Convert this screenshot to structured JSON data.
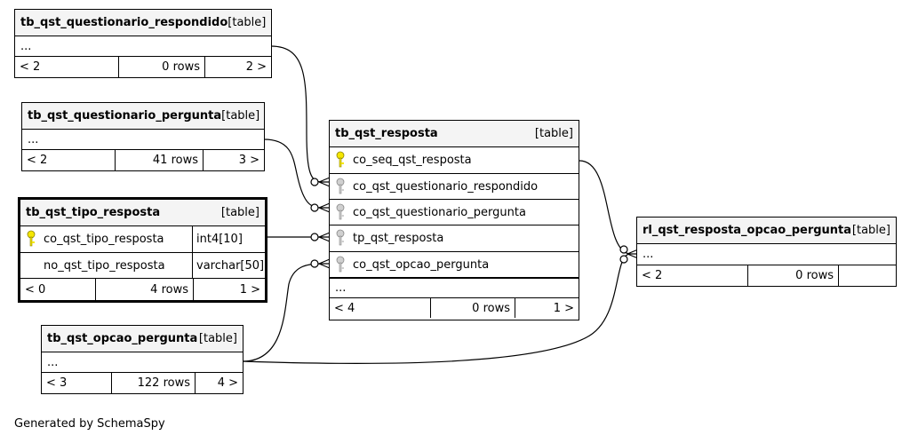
{
  "tables": {
    "questionario_respondido": {
      "name": "tb_qst_questionario_respondido",
      "kind": "[table]",
      "ellipsis": "...",
      "parents": "< 2",
      "rows": "0 rows",
      "children": "2 >"
    },
    "questionario_pergunta": {
      "name": "tb_qst_questionario_pergunta",
      "kind": "[table]",
      "ellipsis": "...",
      "parents": "< 2",
      "rows": "41 rows",
      "children": "3 >"
    },
    "tipo_resposta": {
      "name": "tb_qst_tipo_resposta",
      "kind": "[table]",
      "columns": [
        {
          "name": "co_qst_tipo_resposta",
          "type": "int4[10]",
          "key": "primary"
        },
        {
          "name": "no_qst_tipo_resposta",
          "type": "varchar[50]",
          "key": ""
        }
      ],
      "parents": "< 0",
      "rows": "4 rows",
      "children": "1 >"
    },
    "opcao_pergunta": {
      "name": "tb_qst_opcao_pergunta",
      "kind": "[table]",
      "ellipsis": "...",
      "parents": "< 3",
      "rows": "122 rows",
      "children": "4 >"
    },
    "resposta": {
      "name": "tb_qst_resposta",
      "kind": "[table]",
      "columns": [
        {
          "name": "co_seq_qst_resposta",
          "key": "primary"
        },
        {
          "name": "co_qst_questionario_respondido",
          "key": "foreign"
        },
        {
          "name": "co_qst_questionario_pergunta",
          "key": "foreign"
        },
        {
          "name": "tp_qst_resposta",
          "key": "foreign"
        },
        {
          "name": "co_qst_opcao_pergunta",
          "key": "foreign"
        }
      ],
      "ellipsis": "...",
      "parents": "< 4",
      "rows": "0 rows",
      "children": "1 >"
    },
    "resposta_opcao": {
      "name": "rl_qst_resposta_opcao_pergunta",
      "kind": "[table]",
      "ellipsis": "...",
      "parents": "< 2",
      "rows": "0 rows",
      "children": ""
    }
  },
  "colors": {
    "primary_key": "#f5e600",
    "foreign_key": "#b8b8b8"
  },
  "footer": "Generated by SchemaSpy"
}
